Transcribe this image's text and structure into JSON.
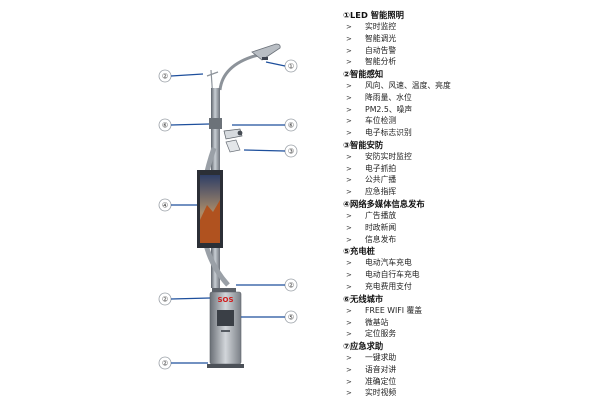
{
  "callouts": [
    {
      "id": "c-left-1",
      "number": "②"
    },
    {
      "id": "c-left-2",
      "number": "⑥"
    },
    {
      "id": "c-left-3",
      "number": "④"
    },
    {
      "id": "c-left-4",
      "number": "②"
    },
    {
      "id": "c-left-5",
      "number": "②"
    },
    {
      "id": "c-right-1",
      "number": "①"
    },
    {
      "id": "c-right-2",
      "number": "⑥"
    },
    {
      "id": "c-right-3",
      "number": "③"
    },
    {
      "id": "c-right-4",
      "number": "②"
    },
    {
      "id": "c-right-5",
      "number": "⑤"
    }
  ],
  "sos_label": "SOS",
  "arrow_glyph": ">",
  "sections": [
    {
      "title": "①LED 智能照明",
      "items": [
        "实时监控",
        "智能调光",
        "自动告警",
        "智能分析"
      ]
    },
    {
      "title": "②智能感知",
      "items": [
        "风向、风速、温度、亮度",
        "降雨量、水位",
        "PM2.5、噪声",
        "车位检测",
        "电子标志识别"
      ]
    },
    {
      "title": "③智能安防",
      "items": [
        "安防实时监控",
        "电子抓拍",
        "公共广播",
        "应急指挥"
      ]
    },
    {
      "title": "④网络多媒体信息发布",
      "items": [
        "广告播放",
        "时政新闻",
        "信息发布"
      ]
    },
    {
      "title": "⑤充电桩",
      "items": [
        "电动汽车充电",
        "电动自行车充电",
        "充电费用支付"
      ]
    },
    {
      "title": "⑥无线城市",
      "items": [
        "FREE WIFI 覆盖",
        "微基站",
        "定位服务"
      ]
    },
    {
      "title": "⑦应急求助",
      "items": [
        "一键求助",
        "语音对讲",
        "准确定位",
        "实时视频"
      ]
    }
  ],
  "colors": {
    "link_blue": "#1d4f9c",
    "pole": "#8a9098",
    "screen_sky": "#3a4f7a",
    "screen_rock": "#c4662d"
  }
}
